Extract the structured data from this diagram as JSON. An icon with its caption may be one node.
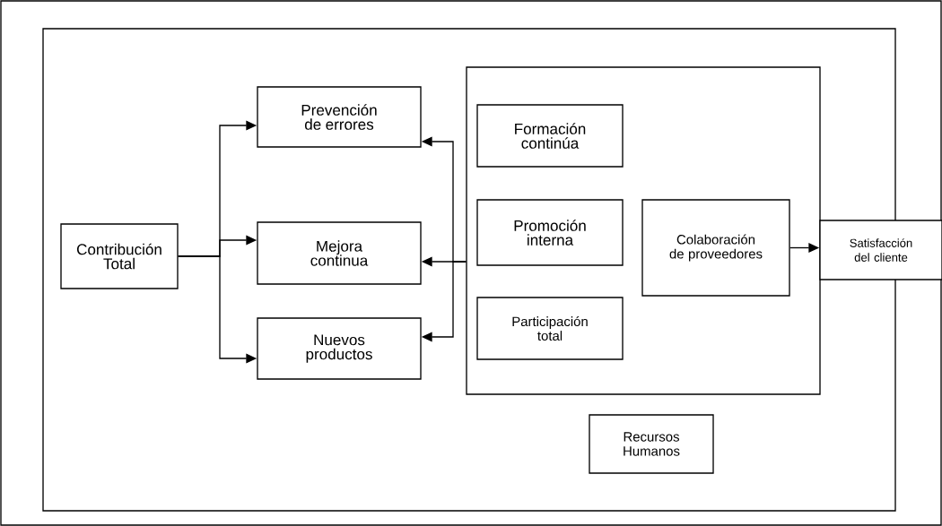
{
  "diagram": {
    "nodes": [
      {
        "text": [
          "Contribución Total"
        ]
      },
      {
        "text": [
          "Prevención de errores"
        ]
      },
      {
        "text": [
          "Mejora continua"
        ]
      },
      {
        "text": [
          "Nuevos productos"
        ]
      },
      {
        "text": [],
        "shape": "box"
      },
      {
        "text": [
          "Formación continúa"
        ],
        "in": 4
      },
      {
        "text": [
          "Promoción interna"
        ],
        "in": 4
      },
      {
        "text": [
          "Colaboración de proveedores"
        ],
        "in": 4
      },
      {
        "text": [
          "Participación total"
        ],
        "in": 4
      },
      {
        "text": [
          "Satisfacción del cliente"
        ]
      },
      {
        "text": [
          "Recursos Humanos"
        ]
      }
    ],
    "edges": [
      {
        "from": 0,
        "to": 1,
        "arrow": "to"
      },
      {
        "from": 0,
        "to": 2,
        "arrow": "to"
      },
      {
        "from": 0,
        "to": 3,
        "arrow": "to"
      },
      {
        "from": 4,
        "to": 1,
        "arrow": "to"
      },
      {
        "from": 4,
        "to": 2,
        "arrow": "to"
      },
      {
        "from": 4,
        "to": 3,
        "arrow": "to"
      },
      {
        "from": 7,
        "to": 9,
        "arrow": "to"
      }
    ]
  }
}
